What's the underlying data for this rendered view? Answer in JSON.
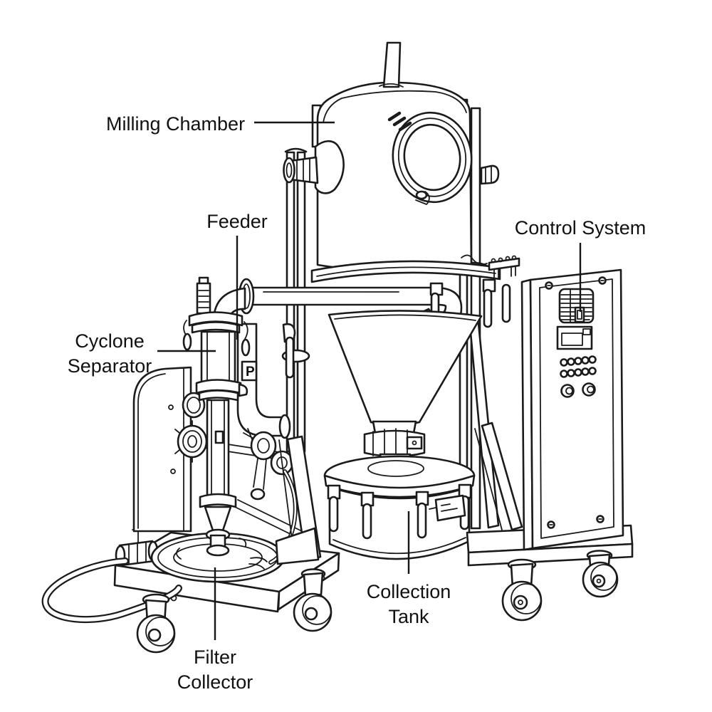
{
  "page": {
    "background": "#ffffff",
    "ink": "#1b1b1b"
  },
  "labels": {
    "milling_chamber": "Milling Chamber",
    "feeder": "Feeder",
    "control_system": "Control System",
    "cyclone_separator": {
      "line1": "Cyclone",
      "line2": "Separator"
    },
    "collection_tank": {
      "line1": "Collection",
      "line2": "Tank"
    },
    "filter_collector": {
      "line1": "Filter",
      "line2": "Collector"
    }
  },
  "tags": {
    "feeder_port_tag": "P"
  }
}
